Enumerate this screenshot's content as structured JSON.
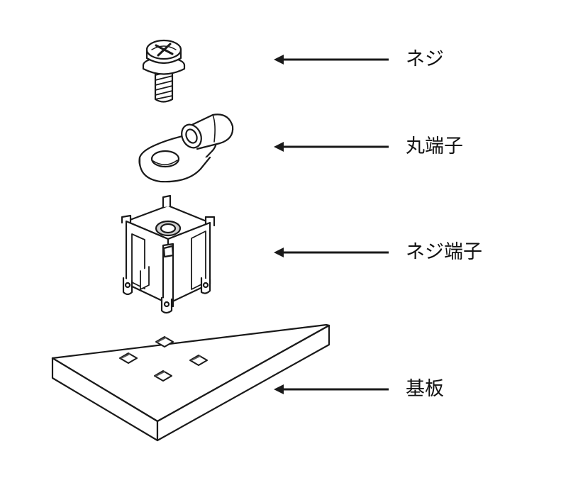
{
  "labels": {
    "screw": "ネジ",
    "ring_terminal": "丸端子",
    "screw_terminal": "ネジ端子",
    "board": "基板"
  },
  "colors": {
    "line": "#1a1a1a",
    "fill": "#ffffff",
    "shade": "#cfcfcf",
    "text": "#111111"
  }
}
